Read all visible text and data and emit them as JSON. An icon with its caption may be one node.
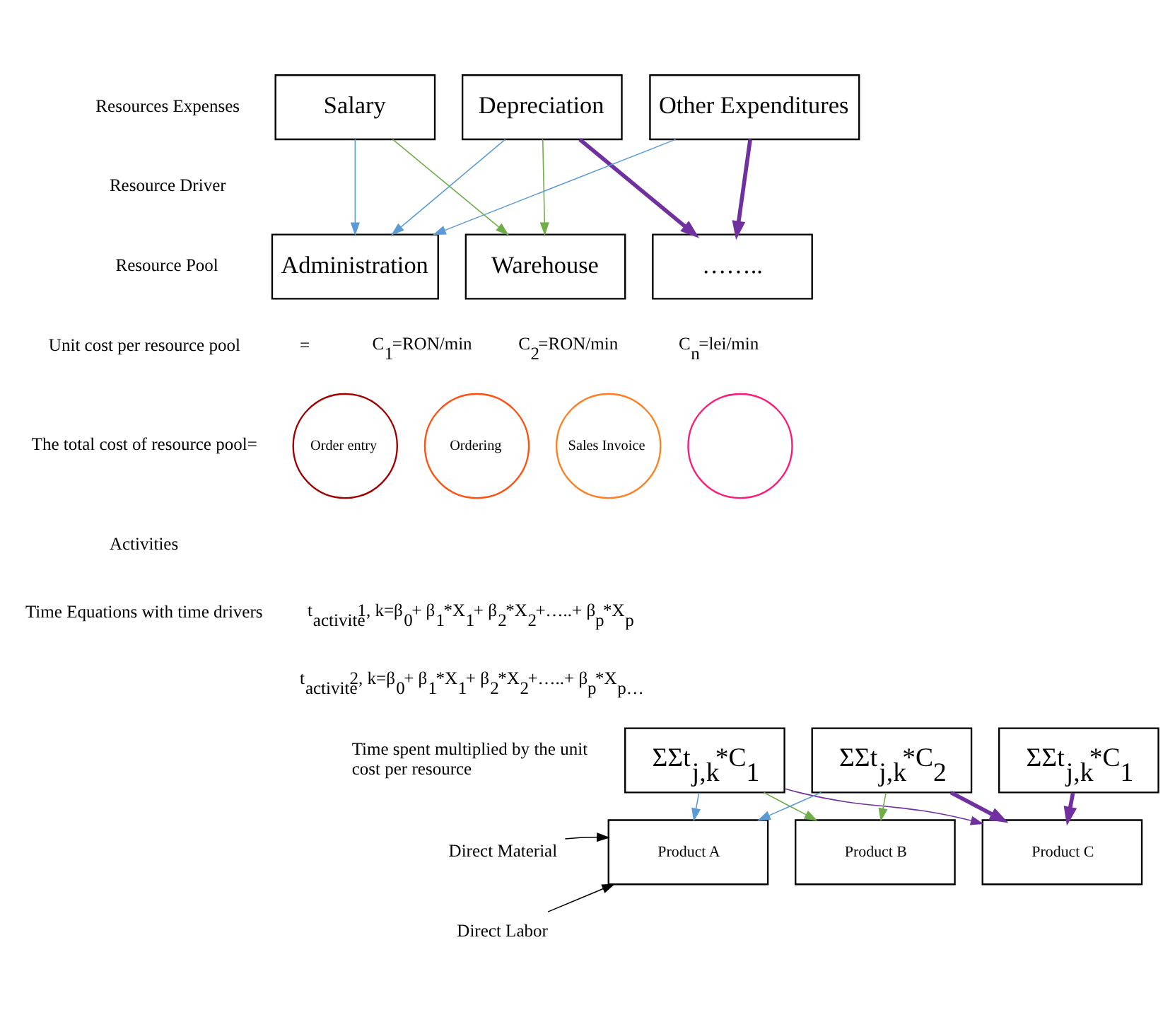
{
  "diagram": {
    "nodes": [
      {
        "text": [
          "Salary"
        ]
      },
      {
        "text": [
          "Depreciation"
        ]
      },
      {
        "text": [
          "Other Expenditures"
        ]
      },
      {
        "text": [
          "Administration"
        ]
      },
      {
        "text": [
          "Warehouse"
        ]
      },
      {
        "text": [
          "…….."
        ]
      },
      {
        "text": [
          "Order entry"
        ]
      },
      {
        "text": [
          "Ordering"
        ]
      },
      {
        "text": [
          "Sales Invoice"
        ]
      },
      {
        "text": [],
        "shape": "circle"
      },
      {
        "text": [
          "ΣΣt$_{j,k}$*C$_{1}$"
        ]
      },
      {
        "text": [
          "ΣΣt$_{j,k}$*C$_{2}$"
        ]
      },
      {
        "text": [
          "ΣΣt$_{j,k}$*C$_{1}$"
        ]
      },
      {
        "text": [
          "Product A"
        ]
      },
      {
        "text": [
          "Product B"
        ]
      },
      {
        "text": [
          "Product C"
        ]
      },
      {
        "text": [
          "Direct Material"
        ]
      },
      {
        "text": [
          "Direct Labor"
        ]
      }
    ],
    "edges": [
      {
        "from": 0,
        "to": 3,
        "arrow": "to",
        "color": "#5b9bd5"
      },
      {
        "from": 0,
        "to": 4,
        "arrow": "to",
        "color": "#70ad47"
      },
      {
        "from": 1,
        "to": 3,
        "arrow": "to",
        "color": "#5b9bd5"
      },
      {
        "from": 1,
        "to": 4,
        "arrow": "to",
        "color": "#70ad47"
      },
      {
        "from": 1,
        "to": 5,
        "arrow": "to",
        "style": "thick",
        "color": "#7030a0"
      },
      {
        "from": 2,
        "to": 3,
        "arrow": "to",
        "color": "#5b9bd5"
      },
      {
        "from": 2,
        "to": 5,
        "arrow": "to",
        "style": "thick",
        "color": "#7030a0"
      },
      {
        "from": 10,
        "to": 13,
        "arrow": "to",
        "color": "#5b9bd5"
      },
      {
        "from": 10,
        "to": 14,
        "arrow": "to",
        "color": "#70ad47"
      },
      {
        "from": 10,
        "to": 15,
        "arrow": "to",
        "color": "#7030a0"
      },
      {
        "from": 11,
        "to": 13,
        "arrow": "to",
        "color": "#5b9bd5"
      },
      {
        "from": 11,
        "to": 14,
        "arrow": "to",
        "color": "#70ad47"
      },
      {
        "from": 11,
        "to": 15,
        "arrow": "to",
        "style": "thick",
        "color": "#7030a0"
      },
      {
        "from": 12,
        "to": 15,
        "arrow": "to",
        "style": "thick",
        "color": "#7030a0"
      },
      {
        "from": 16,
        "to": 13,
        "arrow": "to",
        "color": "#000000"
      },
      {
        "from": 17,
        "to": 13,
        "arrow": "to",
        "color": "#000000"
      }
    ],
    "labels": [
      "Resources Expenses",
      "Resource Driver",
      "Resource Pool",
      "Unit cost per resource pool",
      "=",
      "C$_{1}$=RON/min",
      "C$_{2}$=RON/min",
      "C$_{n}$=lei/min",
      "The total cost of resource pool=",
      "Activities",
      "Time Equations with time drivers",
      "t$_{activite}$1, k=β$_{0}$+ β$_{1}$*X$_{1}$+ β$_{2}$*X$_{2}$+…..+ β$_{p}$*X$_{p}$",
      "t$_{activite}$2, k=β$_{0}$+ β$_{1}$*X$_{1}$+ β$_{2}$*X$_{2}$+…..+ β$_{p}$*X$_{p…}$",
      "Time spent multiplied by the unit cost per resource"
    ]
  }
}
